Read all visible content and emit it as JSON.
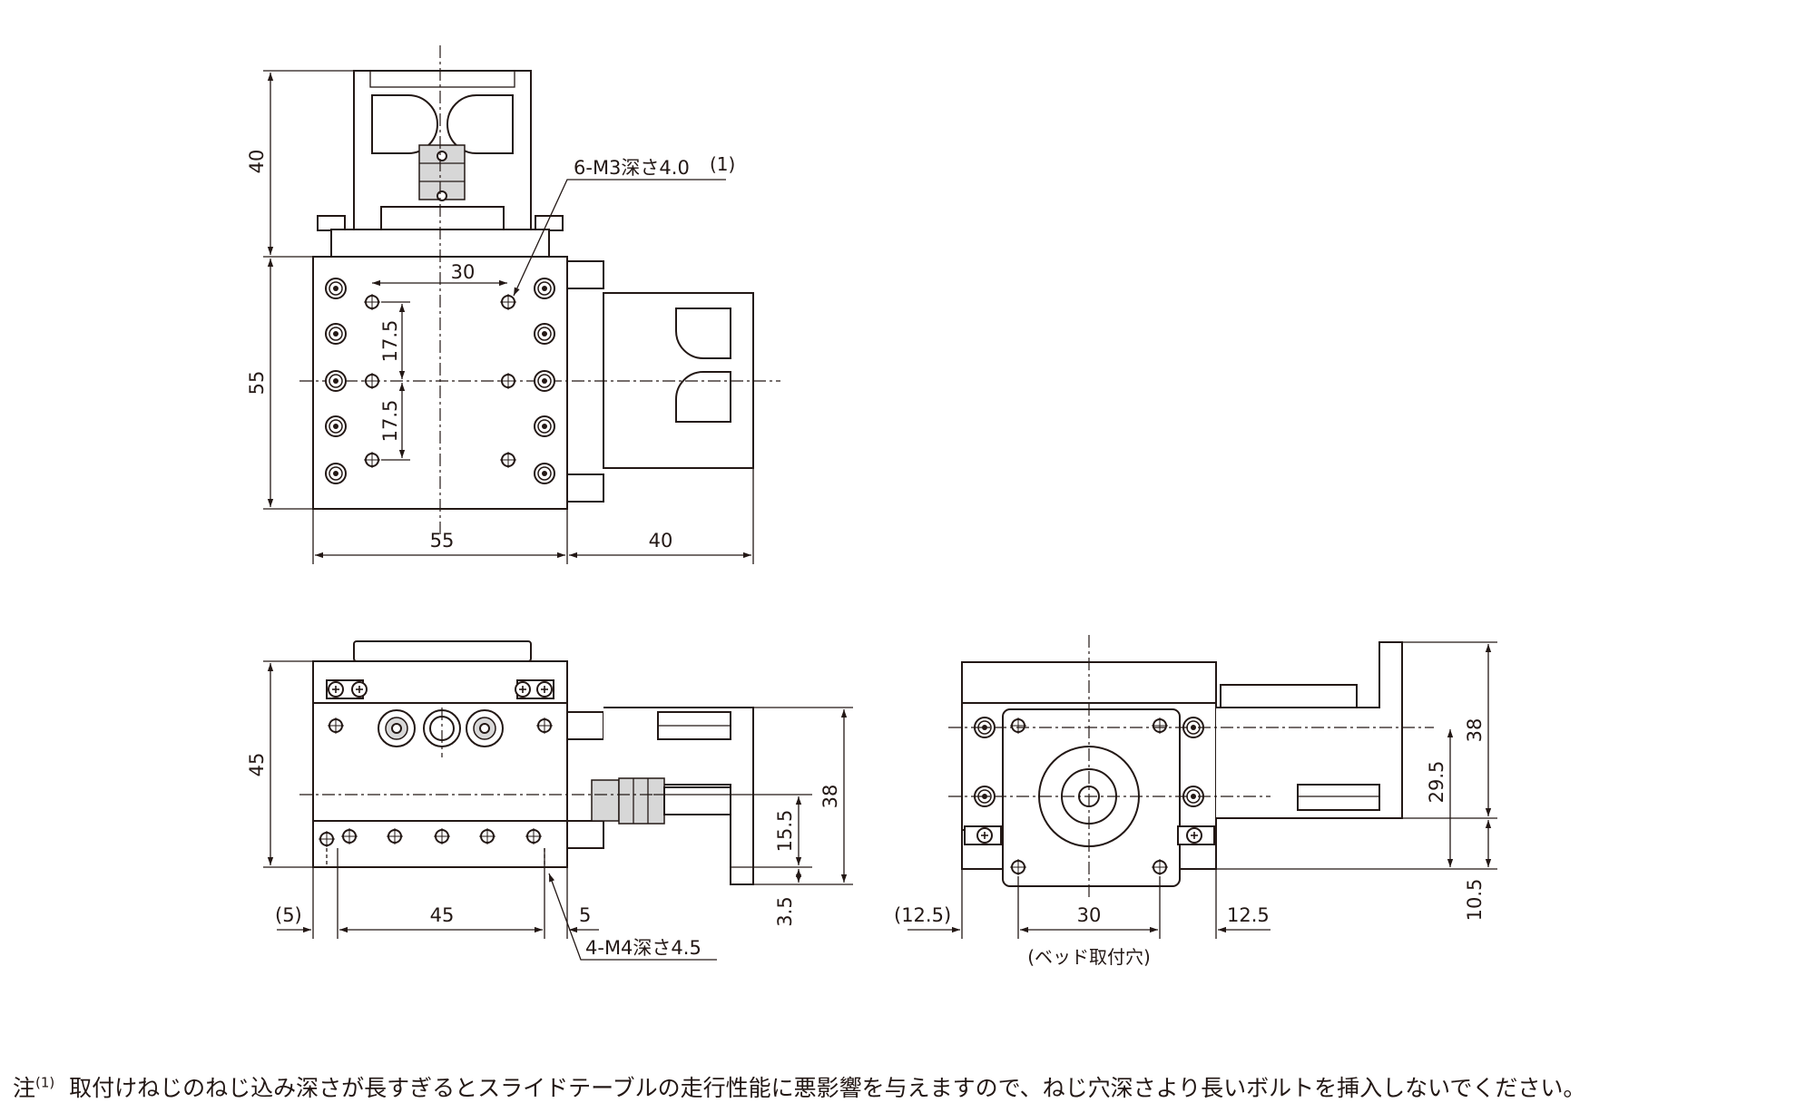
{
  "top_view": {
    "height_motor": "40",
    "height_body": "55",
    "width_body": "55",
    "width_motor": "40",
    "hole_pitch_x": "30",
    "hole_pitch_y_upper": "17.5",
    "hole_pitch_y_lower": "17.5",
    "callout_top": "6-M3深さ4.0",
    "callout_top_ref": "(1)"
  },
  "front_view": {
    "height_total": "45",
    "height_motor_bracket": "38",
    "height_axis": "15.5",
    "offset_bottom": "3.5",
    "left_margin": "(5)",
    "hole_pitch": "45",
    "right_margin": "5",
    "callout_bottom": "4-M4深さ4.5"
  },
  "side_view": {
    "left_margin": "(12.5)",
    "hole_pitch": "30",
    "right_margin": "12.5",
    "caption": "(ベッド取付穴)",
    "height_total": "38",
    "height_axis": "29.5",
    "height_bottom": "10.5"
  },
  "footnote": {
    "marker": "注",
    "ref": "(1)",
    "text": "取付けねじのねじ込み深さが長すぎるとスライドテーブルの走行性能に悪影響を与えますので、ねじ穴深さより長いボルトを挿入しないでください。"
  },
  "icons": [
    "cap-screw-icon",
    "tapped-hole-icon",
    "phillips-screw-icon",
    "arrowhead-icon"
  ]
}
